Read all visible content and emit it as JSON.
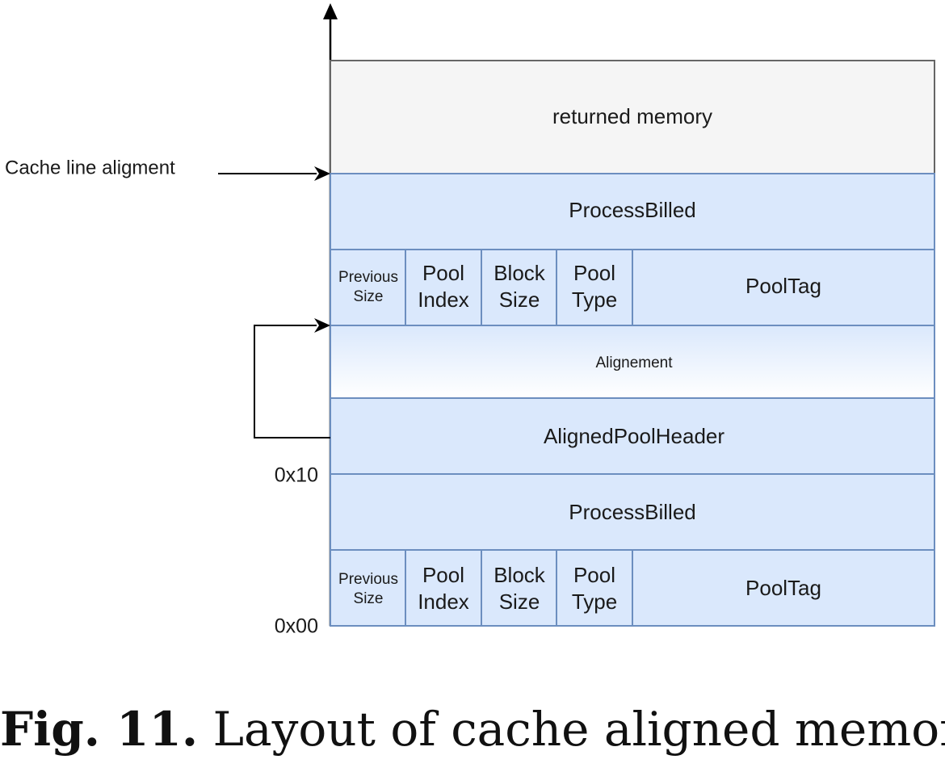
{
  "diagram": {
    "returned_memory": "returned memory",
    "cache_line_label": "Cache line aligment",
    "process_billed_top": "ProcessBilled",
    "header_top": {
      "previous_size": [
        "Previous",
        "Size"
      ],
      "pool_index": [
        "Pool",
        "Index"
      ],
      "block_size": [
        "Block",
        "Size"
      ],
      "pool_type": [
        "Pool",
        "Type"
      ],
      "pool_tag": "PoolTag"
    },
    "alignment": "Alignement",
    "aligned_pool_header": "AlignedPoolHeader",
    "process_billed_bottom": "ProcessBilled",
    "header_bottom": {
      "previous_size": [
        "Previous",
        "Size"
      ],
      "pool_index": [
        "Pool",
        "Index"
      ],
      "block_size": [
        "Block",
        "Size"
      ],
      "pool_type": [
        "Pool",
        "Type"
      ],
      "pool_tag": "PoolTag"
    },
    "offset_0x10": "0x10",
    "offset_0x00": "0x00",
    "colors": {
      "block_fill": "#dae8fc",
      "block_stroke": "#6c8ebf",
      "returned_fill": "#f5f5f5",
      "returned_stroke": "#666666"
    }
  },
  "caption": {
    "label": "Fig. 11.",
    "text": "Layout of cache aligned memory"
  }
}
